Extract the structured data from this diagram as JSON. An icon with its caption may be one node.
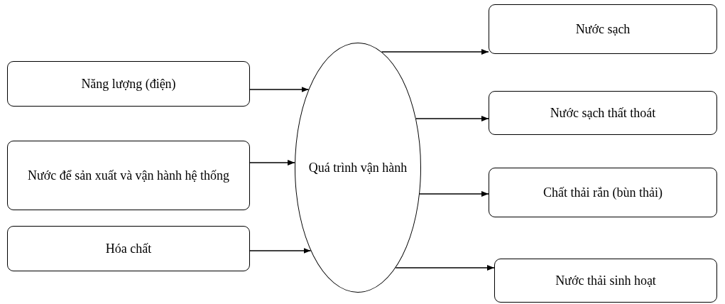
{
  "diagram": {
    "nodes": [
      {
        "text": [
          "Năng lượng (điện)"
        ]
      },
      {
        "text": [
          "Nước để sản xuất và vận hành hệ thống"
        ]
      },
      {
        "text": [
          "Hóa chất"
        ]
      },
      {
        "text": [
          "Quá trình vận hành"
        ]
      },
      {
        "text": [
          "Nước sạch"
        ]
      },
      {
        "text": [
          "Nước sạch thất thoát"
        ]
      },
      {
        "text": [
          "Chất thải rắn (bùn thải)"
        ]
      },
      {
        "text": [
          "Nước thải sinh hoạt"
        ]
      }
    ],
    "edges": [
      {
        "from": 0,
        "to": 3,
        "arrow": "to"
      },
      {
        "from": 1,
        "to": 3,
        "arrow": "to"
      },
      {
        "from": 2,
        "to": 3,
        "arrow": "to"
      },
      {
        "from": 3,
        "to": 4,
        "arrow": "to"
      },
      {
        "from": 3,
        "to": 5,
        "arrow": "to"
      },
      {
        "from": 3,
        "to": 6,
        "arrow": "to"
      },
      {
        "from": 3,
        "to": 7,
        "arrow": "to"
      }
    ]
  }
}
